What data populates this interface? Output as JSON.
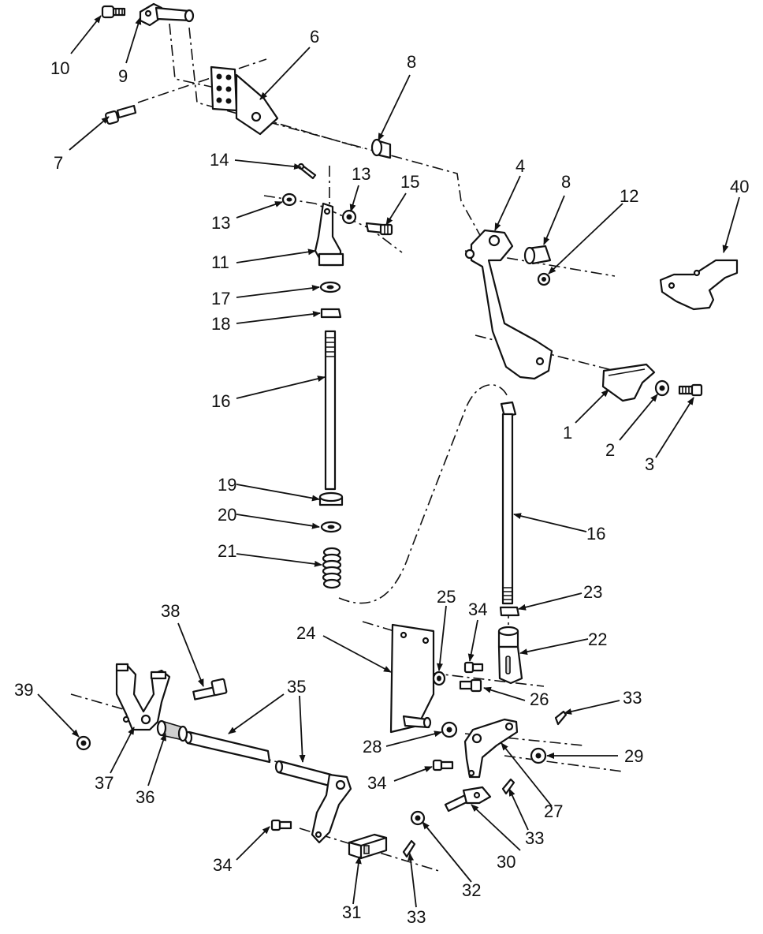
{
  "diagram": {
    "callouts": [
      {
        "id": "c10",
        "text": "10"
      },
      {
        "id": "c9",
        "text": "9"
      },
      {
        "id": "c6",
        "text": "6"
      },
      {
        "id": "c8a",
        "text": "8"
      },
      {
        "id": "c7",
        "text": "7"
      },
      {
        "id": "c14",
        "text": "14"
      },
      {
        "id": "c13a",
        "text": "13"
      },
      {
        "id": "c15",
        "text": "15"
      },
      {
        "id": "c4",
        "text": "4"
      },
      {
        "id": "c8b",
        "text": "8"
      },
      {
        "id": "c12",
        "text": "12"
      },
      {
        "id": "c40",
        "text": "40"
      },
      {
        "id": "c13b",
        "text": "13"
      },
      {
        "id": "c11",
        "text": "11"
      },
      {
        "id": "c17",
        "text": "17"
      },
      {
        "id": "c18",
        "text": "18"
      },
      {
        "id": "c16a",
        "text": "16"
      },
      {
        "id": "c1",
        "text": "1"
      },
      {
        "id": "c2",
        "text": "2"
      },
      {
        "id": "c3",
        "text": "3"
      },
      {
        "id": "c19",
        "text": "19"
      },
      {
        "id": "c20",
        "text": "20"
      },
      {
        "id": "c16b",
        "text": "16"
      },
      {
        "id": "c21",
        "text": "21"
      },
      {
        "id": "c23",
        "text": "23"
      },
      {
        "id": "c25",
        "text": "25"
      },
      {
        "id": "c34a",
        "text": "34"
      },
      {
        "id": "c24",
        "text": "24"
      },
      {
        "id": "c22",
        "text": "22"
      },
      {
        "id": "c38",
        "text": "38"
      },
      {
        "id": "c35",
        "text": "35"
      },
      {
        "id": "c33a",
        "text": "33"
      },
      {
        "id": "c39",
        "text": "39"
      },
      {
        "id": "c26",
        "text": "26"
      },
      {
        "id": "c28",
        "text": "28"
      },
      {
        "id": "c29",
        "text": "29"
      },
      {
        "id": "c37",
        "text": "37"
      },
      {
        "id": "c36",
        "text": "36"
      },
      {
        "id": "c34b",
        "text": "34"
      },
      {
        "id": "c27",
        "text": "27"
      },
      {
        "id": "c33b",
        "text": "33"
      },
      {
        "id": "c30",
        "text": "30"
      },
      {
        "id": "c34c",
        "text": "34"
      },
      {
        "id": "c32",
        "text": "32"
      },
      {
        "id": "c31",
        "text": "31"
      },
      {
        "id": "c33c",
        "text": "33"
      }
    ]
  }
}
